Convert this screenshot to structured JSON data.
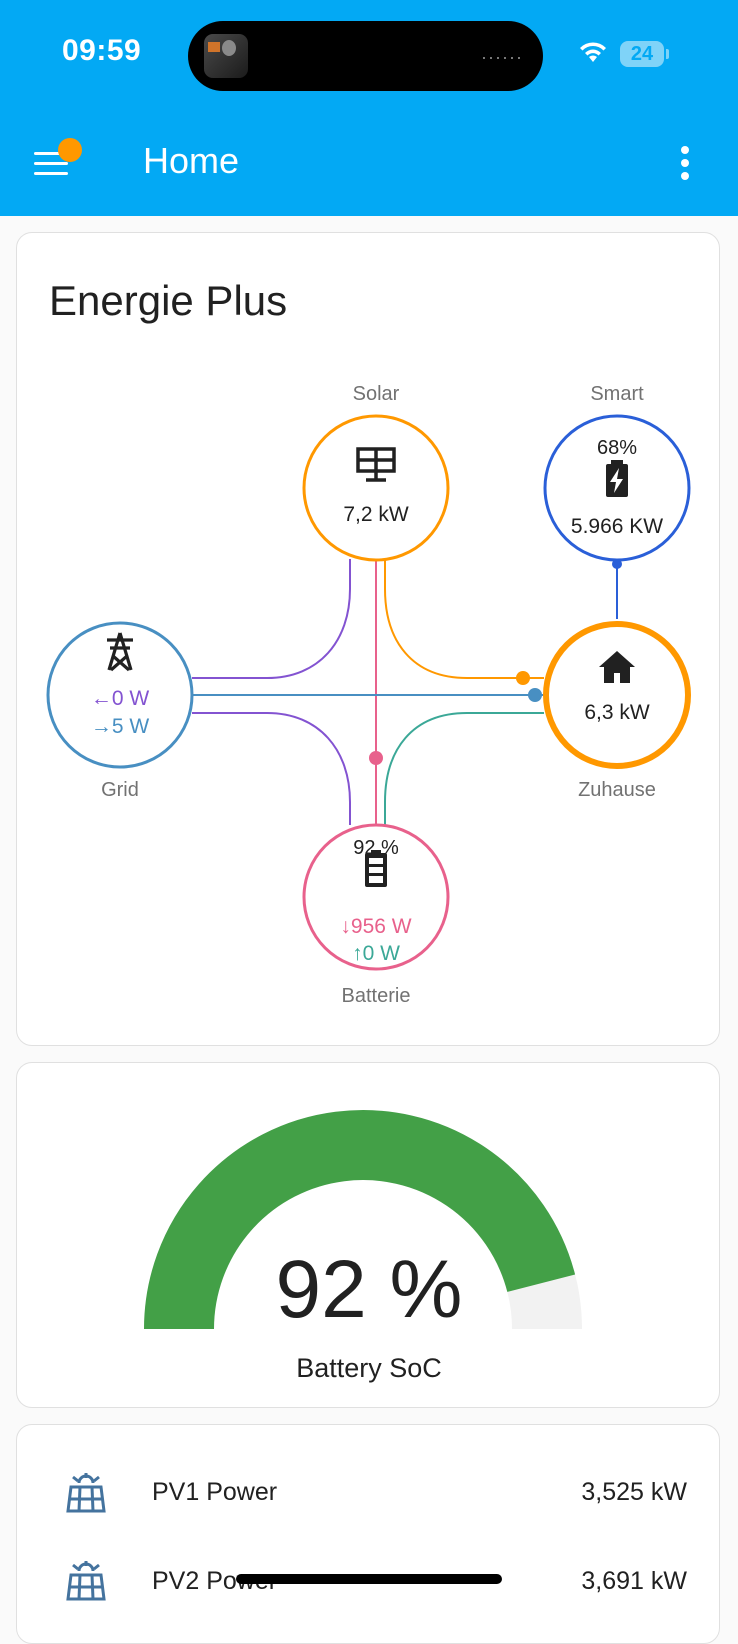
{
  "status_bar": {
    "time": "09:59",
    "battery_level": "24"
  },
  "app_bar": {
    "title": "Home"
  },
  "energy_card": {
    "title": "Energie Plus",
    "solar": {
      "label": "Solar",
      "value": "7,2 kW"
    },
    "smart": {
      "label": "Smart",
      "percent": "68%",
      "value": "5.966 KW"
    },
    "grid": {
      "label": "Grid",
      "in": "0 W",
      "out": "5 W"
    },
    "home": {
      "label": "Zuhause",
      "value": "6,3 kW"
    },
    "battery": {
      "label": "Batterie",
      "percent": "92 %",
      "charging": "956 W",
      "discharging": "0 W"
    }
  },
  "gauge_card": {
    "value": "92 %",
    "label": "Battery SoC",
    "fraction": 0.92
  },
  "entities": [
    {
      "name": "PV1 Power",
      "value": "3,525 kW"
    },
    {
      "name": "PV2 Power",
      "value": "3,691 kW"
    }
  ],
  "colors": {
    "header": "#03a9f4",
    "solar": "#ff9800",
    "smart": "#2a5fd8",
    "grid": "#488fc2",
    "battery": "#e8618c",
    "grid_return": "#8353d1",
    "battery_out": "#3ba897",
    "gauge": "#43a047"
  }
}
